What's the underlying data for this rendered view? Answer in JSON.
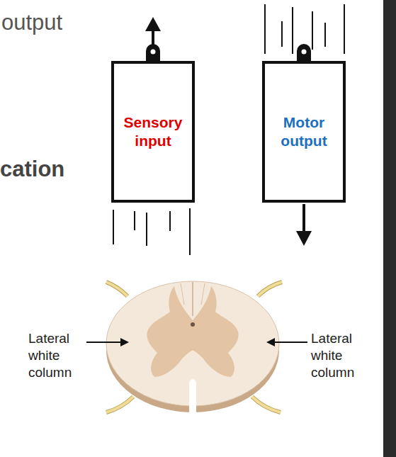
{
  "diagram": {
    "nodes": [
      {
        "text": [
          "Sensory input"
        ]
      },
      {
        "text": [
          "Motor output"
        ]
      }
    ],
    "labels": [
      "output",
      "cation",
      "Lateral white column",
      "Lateral white column"
    ]
  }
}
